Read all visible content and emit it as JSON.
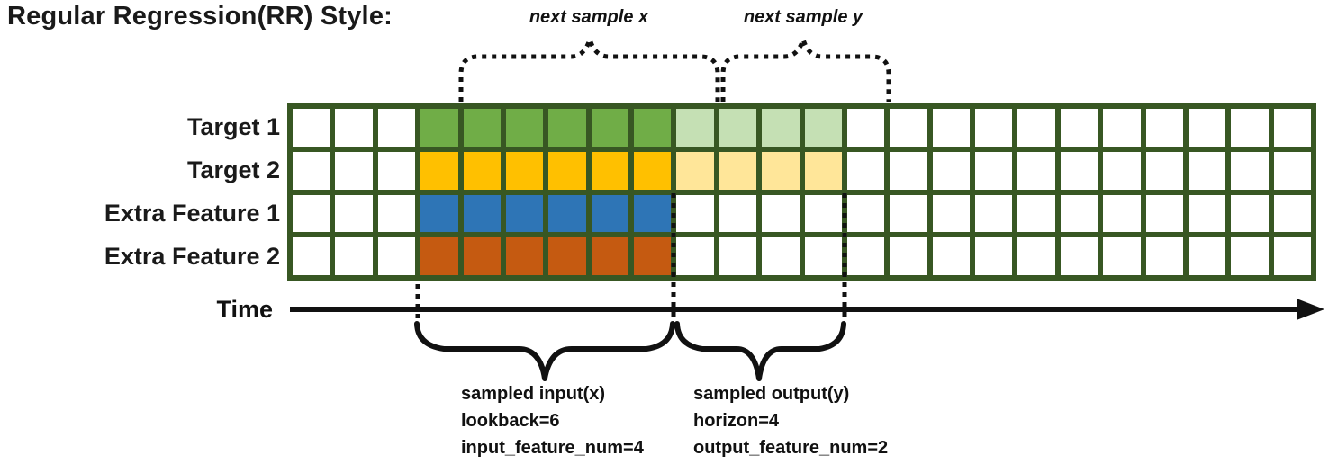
{
  "title": "Regular Regression(RR) Style:",
  "colors": {
    "grid_line": "#385723",
    "cell_empty": "#ffffff",
    "target1_input": "#70AD47",
    "target1_output": "#C5E0B4",
    "target2_input": "#FFC000",
    "target2_output": "#FFE699",
    "extra1_input": "#2E75B6",
    "extra2_input": "#C55A11",
    "annotation": "#111111"
  },
  "grid": {
    "columns": 24,
    "input_start_col": 4,
    "input_end_col": 9,
    "output_start_col": 10,
    "output_end_col": 13,
    "rows": [
      {
        "label": "Target 1",
        "input_color": "#70AD47",
        "output_color": "#C5E0B4"
      },
      {
        "label": "Target 2",
        "input_color": "#FFC000",
        "output_color": "#FFE699"
      },
      {
        "label": "Extra Feature 1",
        "input_color": "#2E75B6",
        "output_color": null
      },
      {
        "label": "Extra Feature 2",
        "input_color": "#C55A11",
        "output_color": null
      }
    ]
  },
  "annotations": {
    "next_sample_x": "next sample x",
    "next_sample_y": "next sample y",
    "time_label": "Time",
    "sampled_input": {
      "lines": [
        "sampled input(x)",
        "lookback=6",
        "input_feature_num=4"
      ]
    },
    "sampled_output": {
      "lines": [
        "sampled output(y)",
        "horizon=4",
        "output_feature_num=2"
      ]
    }
  },
  "sampling": {
    "lookback": 6,
    "horizon": 4,
    "input_feature_num": 4,
    "output_feature_num": 2
  }
}
